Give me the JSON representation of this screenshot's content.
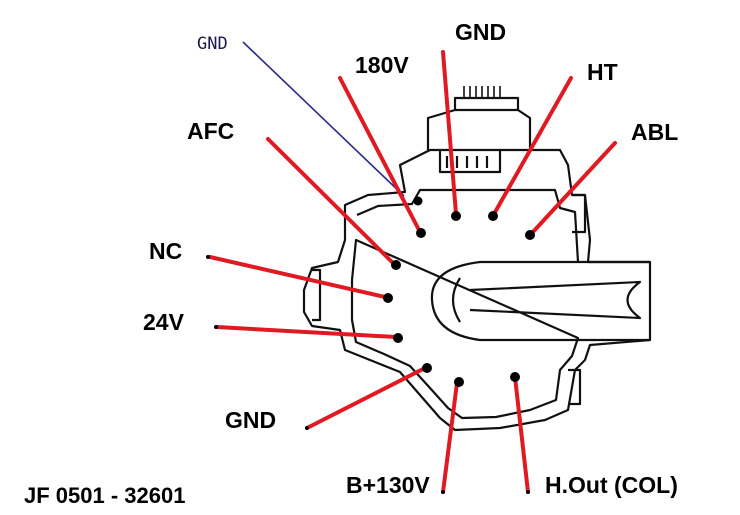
{
  "colors": {
    "leader": "#e01a22",
    "gnd_leader": "#2a2a8a",
    "body_line": "#111111",
    "pin_dot": "#000000"
  },
  "labels": {
    "gnd_top_left": "GND",
    "v180": "180V",
    "gnd_top": "GND",
    "ht": "HT",
    "abl": "ABL",
    "afc": "AFC",
    "nc": "NC",
    "v24": "24V",
    "gnd_bottom": "GND",
    "b130": "B+130V",
    "hout": "H.Out (COL)"
  },
  "part_code": "JF 0501 - 32601"
}
